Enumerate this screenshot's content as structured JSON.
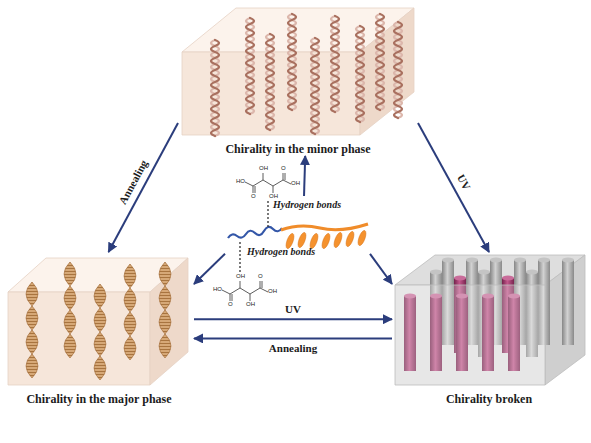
{
  "diagram": {
    "nodes": [
      {
        "text": [
          "Chirality in the minor phase"
        ]
      },
      {
        "text": [
          "Chirality in the major phase"
        ]
      },
      {
        "text": [
          "Chirality broken"
        ]
      },
      {
        "text": [
          "Hydrogen bonds",
          "Hydrogen bonds"
        ]
      }
    ],
    "edges": [
      {
        "from": 0,
        "to": 1,
        "arrow": "to",
        "label": "Annealing"
      },
      {
        "from": 0,
        "to": 2,
        "arrow": "to",
        "label": "UV"
      },
      {
        "from": 1,
        "to": 2,
        "arrow": "to",
        "label": "UV"
      },
      {
        "from": 2,
        "to": 1,
        "arrow": "to",
        "label": "Annealing"
      },
      {
        "from": 3,
        "to": 0,
        "arrow": "to"
      },
      {
        "from": 3,
        "to": 1,
        "arrow": "to"
      },
      {
        "from": 3,
        "to": 2,
        "arrow": "to"
      }
    ],
    "labels": [
      "HO",
      "O",
      "OH",
      "OH",
      "O",
      "OH",
      "HO",
      "O",
      "OH",
      "OH",
      "O",
      "OH"
    ]
  }
}
